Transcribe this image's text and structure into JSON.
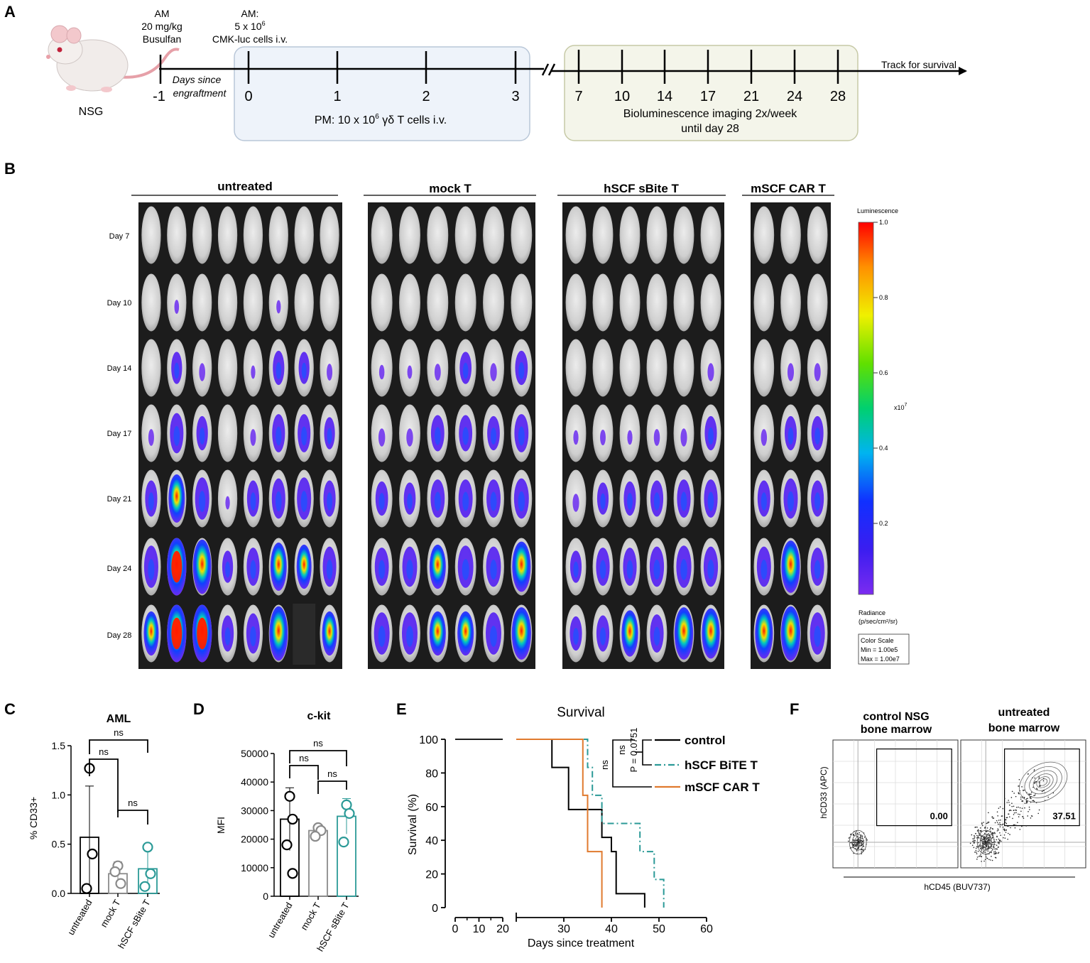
{
  "panel_letters": {
    "a": "A",
    "b": "B",
    "c": "C",
    "d": "D",
    "e": "E",
    "f": "F"
  },
  "panel_a": {
    "mouse_label": "NSG",
    "am_busulfan": [
      "AM",
      "20 mg/kg",
      "Busulfan"
    ],
    "am_cells": [
      "AM:",
      "5 x 10",
      "6",
      "CMK-luc cells i.v."
    ],
    "days_since_engraftment": [
      "Days since",
      "engraftment"
    ],
    "ticks_left": [
      "-1",
      "0",
      "1",
      "2",
      "3"
    ],
    "ticks_right": [
      "7",
      "10",
      "14",
      "17",
      "21",
      "24",
      "28"
    ],
    "pm_text": [
      "PM: 10 x 10",
      "6",
      " γδ T cells i.v."
    ],
    "imaging_text": [
      "Bioluminescence imaging 2x/week",
      "until day 28"
    ],
    "track_text": "Track for survival",
    "break_mark": "//"
  },
  "panel_b": {
    "groups": [
      {
        "label": "untreated",
        "mice": 8
      },
      {
        "label": "mock T",
        "mice": 6
      },
      {
        "label": "hSCF sBite T",
        "mice": 6
      },
      {
        "label": "mSCF CAR T",
        "mice": 3
      }
    ],
    "days": [
      "Day 7",
      "Day 10",
      "Day 14",
      "Day 17",
      "Day 21",
      "Day 24",
      "Day 28"
    ],
    "signal": {
      "untreated": [
        [
          0,
          0,
          0,
          0,
          0,
          0,
          0,
          0
        ],
        [
          0,
          0.08,
          0,
          0,
          0,
          0.05,
          0,
          0
        ],
        [
          0,
          0.3,
          0.25,
          0,
          0.05,
          0.35,
          0.3,
          0.2
        ],
        [
          0.2,
          0.5,
          0.35,
          0,
          0.2,
          0.45,
          0.45,
          0.3
        ],
        [
          0.4,
          0.7,
          0.55,
          0.05,
          0.4,
          0.5,
          0.55,
          0.4
        ],
        [
          0.55,
          0.95,
          0.85,
          0.3,
          0.45,
          0.7,
          0.6,
          0.5
        ],
        [
          0.6,
          1,
          1,
          0.4,
          0.5,
          0.85,
          0,
          0.6
        ]
      ],
      "mock T": [
        [
          0,
          0,
          0,
          0,
          0,
          0
        ],
        [
          0,
          0,
          0,
          0,
          0,
          0
        ],
        [
          0.1,
          0.05,
          0.2,
          0.3,
          0.25,
          0.35
        ],
        [
          0.25,
          0.25,
          0.4,
          0.4,
          0.35,
          0.45
        ],
        [
          0.35,
          0.3,
          0.45,
          0.45,
          0.45,
          0.5
        ],
        [
          0.45,
          0.5,
          0.6,
          0.55,
          0.5,
          0.75
        ],
        [
          0.55,
          0.55,
          0.6,
          0.6,
          0.55,
          0.8
        ]
      ],
      "hSCF sBite T": [
        [
          0,
          0,
          0,
          0,
          0,
          0
        ],
        [
          0,
          0,
          0,
          0,
          0,
          0
        ],
        [
          0,
          0,
          0,
          0,
          0,
          0.25
        ],
        [
          0.1,
          0.15,
          0.1,
          0.2,
          0.25,
          0.35
        ],
        [
          0.25,
          0.3,
          0.35,
          0.4,
          0.45,
          0.45
        ],
        [
          0.3,
          0.45,
          0.45,
          0.5,
          0.55,
          0.5
        ],
        [
          0.35,
          0.4,
          0.65,
          0.45,
          0.8,
          0.75
        ]
      ],
      "mSCF CAR T": [
        [
          0,
          0,
          0
        ],
        [
          0,
          0,
          0
        ],
        [
          0,
          0.25,
          0.25
        ],
        [
          0.2,
          0.35,
          0.35
        ],
        [
          0.4,
          0.5,
          0.4
        ],
        [
          0.5,
          0.8,
          0.45
        ],
        [
          0.75,
          0.85,
          0.55
        ]
      ]
    },
    "colorbar": {
      "title": "Luminescence",
      "ticks": [
        "1.0",
        "0.8",
        "0.6",
        "0.4",
        "0.2"
      ],
      "multiplier": "x10",
      "multiplier_exp": "7",
      "radiance": [
        "Radiance",
        "(p/sec/cm²/sr)"
      ],
      "scale_box": [
        "Color Scale",
        "Min = 1.00e5",
        "Max = 1.00e7"
      ]
    }
  },
  "chart_data": [
    {
      "panel": "C",
      "type": "bar",
      "title": "AML",
      "ylabel": "% CD33+",
      "categories": [
        "untreated",
        "mock T",
        "hSCF sBite T"
      ],
      "values": [
        0.57,
        0.2,
        0.25
      ],
      "error_sd": [
        0.52,
        0.12,
        0.2
      ],
      "points": [
        [
          1.27,
          0.4,
          0.05
        ],
        [
          0.28,
          0.1,
          0.22
        ],
        [
          0.47,
          0.2,
          0.07
        ]
      ],
      "colors": [
        "#000000",
        "#8a8a8a",
        "#2b9a97"
      ],
      "ylim": [
        0,
        1.5
      ],
      "yticks": [
        "0.0",
        "0.5",
        "1.0",
        "1.5"
      ],
      "brackets": [
        {
          "from": 0,
          "to": 2,
          "label": "ns"
        },
        {
          "from": 0,
          "to": 1,
          "label": "ns"
        },
        {
          "from": 1,
          "to": 2,
          "label": "ns"
        }
      ]
    },
    {
      "panel": "D",
      "type": "bar",
      "title": "c-kit",
      "ylabel": "MFI",
      "categories": [
        "untreated",
        "mock T",
        "hSCF sBite T"
      ],
      "values": [
        27000,
        23000,
        28000
      ],
      "error_sd": [
        11000,
        1800,
        6200
      ],
      "points": [
        [
          35000,
          27000,
          18000,
          8000
        ],
        [
          24000,
          23000,
          21000
        ],
        [
          32000,
          29000,
          19000
        ]
      ],
      "colors": [
        "#000000",
        "#8a8a8a",
        "#2b9a97"
      ],
      "ylim": [
        0,
        50000
      ],
      "yticks": [
        "0",
        "10000",
        "20000",
        "30000",
        "40000",
        "50000"
      ],
      "brackets": [
        {
          "from": 0,
          "to": 2,
          "label": "ns"
        },
        {
          "from": 0,
          "to": 1,
          "label": "ns"
        },
        {
          "from": 1,
          "to": 2,
          "label": "ns"
        }
      ]
    },
    {
      "panel": "E",
      "type": "line",
      "title": "Survival",
      "xlabel": "Days since treatment",
      "ylabel": "Survival (%)",
      "ylim": [
        0,
        100
      ],
      "yticks": [
        "0",
        "20",
        "40",
        "60",
        "80",
        "100"
      ],
      "x_left": {
        "range": [
          0,
          20
        ],
        "ticks": [
          "0",
          "10",
          "20"
        ]
      },
      "x_right": {
        "range": [
          20,
          60
        ],
        "ticks": [
          "30",
          "40",
          "50",
          "60"
        ]
      },
      "series": [
        {
          "name": "control",
          "color": "#000000",
          "dash": "",
          "x": [
            0,
            27.5,
            27.5,
            31,
            31,
            38,
            38,
            40,
            40,
            41,
            41,
            47,
            47
          ],
          "y": [
            100,
            100,
            83.3,
            83.3,
            58.3,
            58.3,
            41.7,
            41.7,
            33.3,
            33.3,
            8.3,
            8.3,
            0
          ]
        },
        {
          "name": "hSCF BiTE T",
          "color": "#2b9a97",
          "dash": "9,4,2,4",
          "x": [
            0,
            35,
            35,
            36,
            36,
            38,
            38,
            46,
            46,
            49,
            49,
            51,
            51
          ],
          "y": [
            100,
            100,
            83.3,
            83.3,
            66.7,
            66.7,
            50,
            50,
            33.3,
            33.3,
            16.7,
            16.7,
            0
          ]
        },
        {
          "name": "mSCF CAR T",
          "color": "#e07a2e",
          "dash": "",
          "x": [
            20,
            34,
            34,
            35,
            35,
            38,
            38
          ],
          "y": [
            100,
            100,
            66.7,
            66.7,
            33.3,
            33.3,
            0
          ]
        }
      ],
      "annotations": {
        "ns_outer": "ns",
        "ns_inner": "ns",
        "p_value": "P = 0.0751"
      }
    }
  ],
  "panel_f": {
    "titles": [
      [
        "control NSG",
        "bone marrow"
      ],
      [
        "untreated",
        "bone marrow"
      ]
    ],
    "gate_values": [
      "0.00",
      "37.51"
    ],
    "ylabel": "hCD33 (APC)",
    "xlabel": "hCD45 (BUV737)"
  }
}
